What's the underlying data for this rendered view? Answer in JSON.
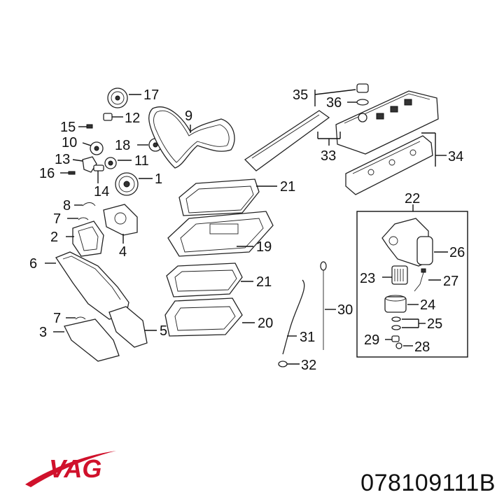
{
  "callouts": [
    "1",
    "2",
    "3",
    "4",
    "5",
    "6",
    "7",
    "7",
    "8",
    "9",
    "10",
    "11",
    "12",
    "13",
    "14",
    "15",
    "16",
    "17",
    "18",
    "19",
    "20",
    "21",
    "21",
    "21",
    "22",
    "23",
    "24",
    "25",
    "26",
    "27",
    "28",
    "29",
    "30",
    "31",
    "32",
    "33",
    "34",
    "35",
    "36"
  ],
  "brand": {
    "logo_text": "VAG",
    "accent": "#d0112b"
  },
  "part_number": "078109111B"
}
